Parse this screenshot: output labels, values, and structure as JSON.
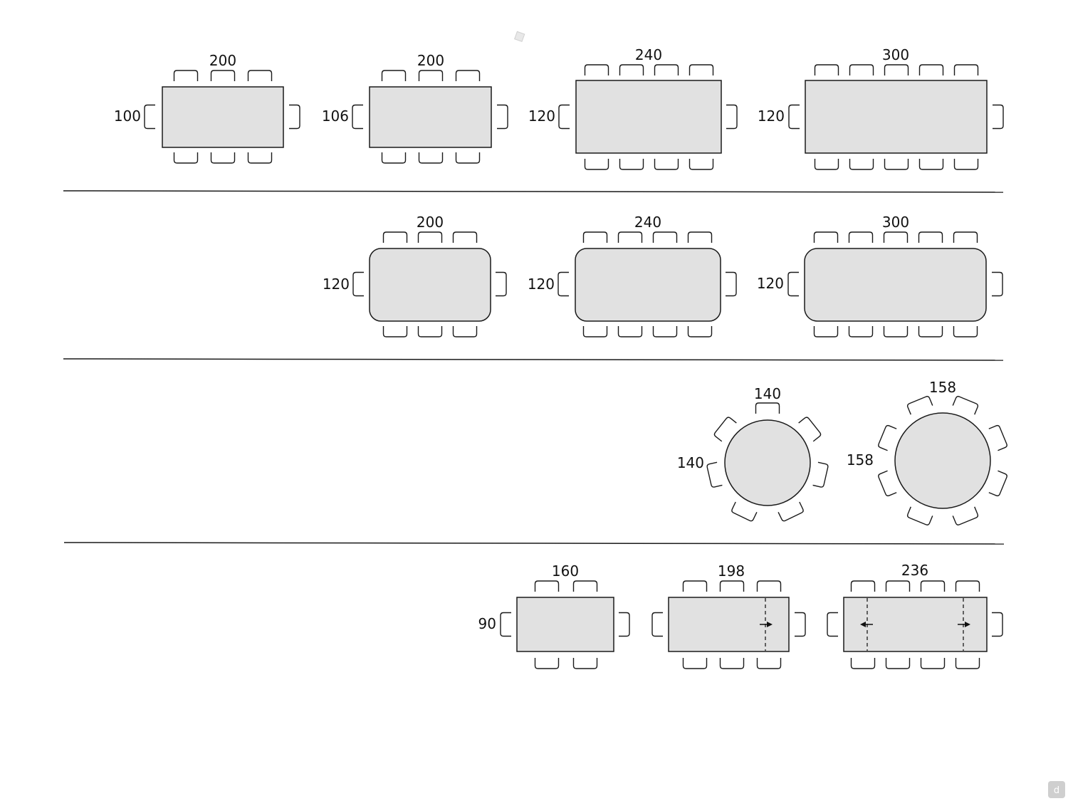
{
  "rows": [
    {
      "name": "rectangular",
      "tables": [
        {
          "shape": "rect",
          "width_label": "200",
          "depth_label": "100",
          "seats_long": 3,
          "seats_end": 1
        },
        {
          "shape": "rect",
          "width_label": "200",
          "depth_label": "106",
          "seats_long": 3,
          "seats_end": 1
        },
        {
          "shape": "rect",
          "width_label": "240",
          "depth_label": "120",
          "seats_long": 4,
          "seats_end": 1
        },
        {
          "shape": "rect",
          "width_label": "300",
          "depth_label": "120",
          "seats_long": 5,
          "seats_end": 1
        }
      ]
    },
    {
      "name": "rounded-rectangular",
      "tables": [
        {
          "shape": "rounded",
          "width_label": "200",
          "depth_label": "120",
          "seats_long": 3,
          "seats_end": 1
        },
        {
          "shape": "rounded",
          "width_label": "240",
          "depth_label": "120",
          "seats_long": 4,
          "seats_end": 1
        },
        {
          "shape": "rounded",
          "width_label": "300",
          "depth_label": "120",
          "seats_long": 5,
          "seats_end": 1
        }
      ]
    },
    {
      "name": "round",
      "tables": [
        {
          "shape": "round",
          "width_label": "140",
          "depth_label": "140",
          "seats": 7
        },
        {
          "shape": "round",
          "width_label": "158",
          "depth_label": "158",
          "seats": 8
        }
      ]
    },
    {
      "name": "extendable",
      "tables": [
        {
          "shape": "rect",
          "width_label": "160",
          "depth_label": "90",
          "seats_long": 2,
          "seats_end": 1,
          "extensions": "none"
        },
        {
          "shape": "rect",
          "width_label": "198",
          "depth_label": "",
          "seats_long": 3,
          "seats_end": 1,
          "extensions": "right"
        },
        {
          "shape": "rect",
          "width_label": "236",
          "depth_label": "",
          "seats_long": 4,
          "seats_end": 1,
          "extensions": "both"
        }
      ]
    }
  ],
  "colors": {
    "table_fill": "#e1e1e1",
    "outline": "#1a1a1a",
    "background": "#ffffff"
  },
  "logo": {
    "letter": "d"
  }
}
